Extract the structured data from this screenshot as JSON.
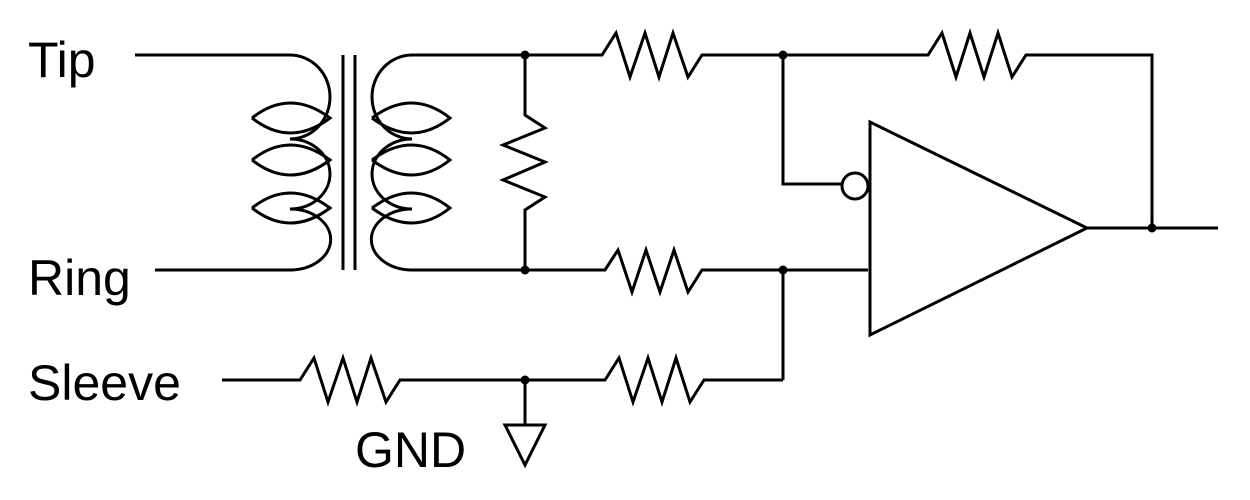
{
  "labels": {
    "tip": "Tip",
    "ring": "Ring",
    "sleeve": "Sleeve",
    "gnd": "GND"
  },
  "colors": {
    "background": "#ffffff",
    "ink": "#000000"
  }
}
